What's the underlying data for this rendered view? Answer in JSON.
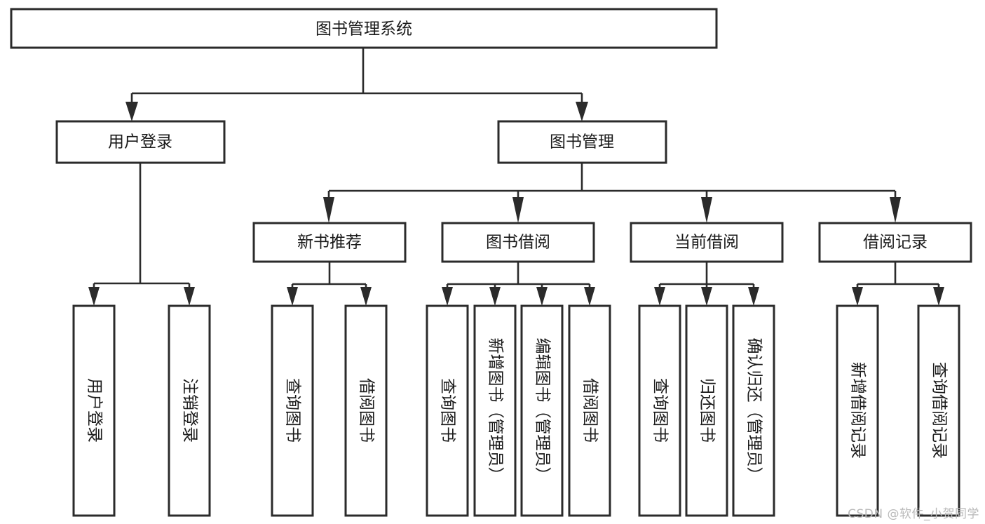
{
  "diagram": {
    "title": "图书管理系统",
    "type": "tree-hierarchy-chart",
    "background_color": "#ffffff",
    "box_stroke_color": "#2b2b2b",
    "text_color": "#1a1a1a",
    "levels": 4
  },
  "root": {
    "label": "图书管理系统"
  },
  "level2": {
    "nodes": [
      {
        "label": "用户登录"
      },
      {
        "label": "图书管理"
      }
    ]
  },
  "level3": {
    "nodes": [
      {
        "label": "新书推荐"
      },
      {
        "label": "图书借阅"
      },
      {
        "label": "当前借阅"
      },
      {
        "label": "借阅记录"
      }
    ]
  },
  "leaves": {
    "user_login": [
      {
        "label": "用户登录"
      },
      {
        "label": "注销登录"
      }
    ],
    "new_book_recommend": [
      {
        "label": "查询图书"
      },
      {
        "label": "借阅图书"
      }
    ],
    "book_borrow": [
      {
        "label": "查询图书"
      },
      {
        "label": "新增图书（管理员）"
      },
      {
        "label": "编辑图书（管理员）"
      },
      {
        "label": "借阅图书"
      }
    ],
    "current_borrow": [
      {
        "label": "查询图书"
      },
      {
        "label": "归还图书"
      },
      {
        "label": "确认归还（管理员）"
      }
    ],
    "borrow_record": [
      {
        "label": "新增借阅记录"
      },
      {
        "label": "查询借阅记录"
      }
    ]
  },
  "watermark": {
    "text": "CSDN @软件_小贺同学"
  }
}
